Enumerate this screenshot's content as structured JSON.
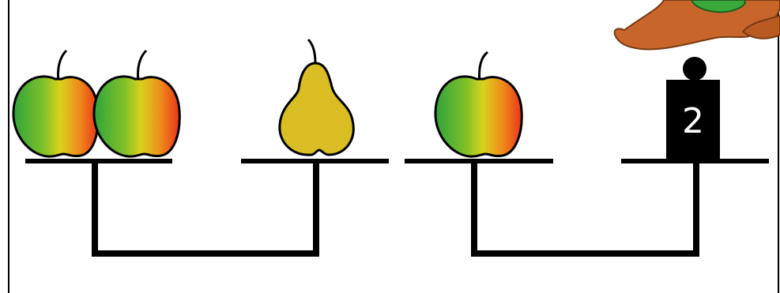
{
  "colors": {
    "background": "#ffffff",
    "line": "#000000",
    "apple_green": "#2ea43a",
    "apple_yellow": "#d9d21c",
    "apple_red": "#e8341c",
    "pear": "#d9bd22",
    "weight": "#000000",
    "character_orange": "#c8652a",
    "character_green": "#3aa83a"
  },
  "scale_left": {
    "left_pan": [
      "apple",
      "apple"
    ],
    "right_pan": [
      "pear"
    ]
  },
  "scale_right": {
    "left_pan": [
      "apple"
    ],
    "right_pan": [
      "weight"
    ],
    "weight_label": "2"
  }
}
